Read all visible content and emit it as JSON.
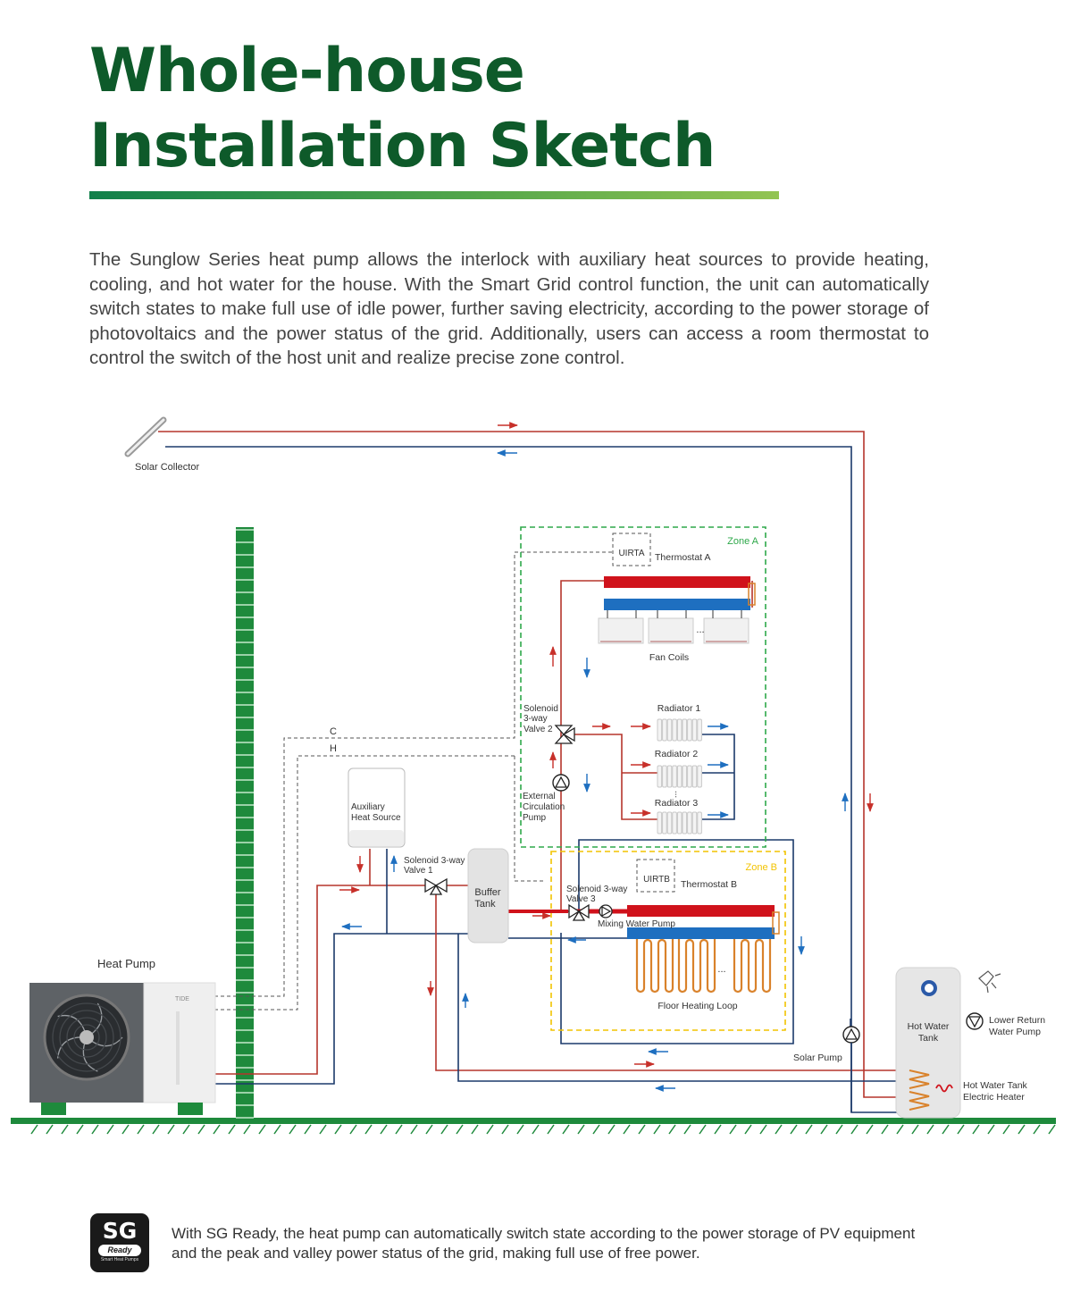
{
  "title": {
    "line1": "Whole-house",
    "line2": "Installation Sketch"
  },
  "intro": "The Sunglow Series heat pump allows the interlock with auxiliary heat sources to provide heating, cooling, and hot water for the house. With the Smart Grid control function, the unit can automatically switch states to make full use of idle power, further saving electricity,  according to the power storage of photovoltaics and the power status of the grid. Additionally, users can access a room thermostat to control the switch of the host unit and realize precise zone control.",
  "colors": {
    "title_green": "#0e5a2a",
    "hot_line": "#b5352c",
    "cold_line": "#1c3a6b",
    "zone_a": "#2ea84a",
    "zone_b": "#f2c300",
    "ground": "#1e8a3c",
    "manifold_red": "#d0121b",
    "manifold_blue": "#1e6fc0",
    "floor_loop": "#d9822b"
  },
  "diagram": {
    "solar_collector": "Solar Collector",
    "heat_pump": "Heat Pump",
    "heat_pump_brand": "TIDE",
    "label_c": "C",
    "label_h": "H",
    "auxiliary_1": "Auxiliary",
    "auxiliary_2": "Heat Source",
    "sv1_1": "Solenoid 3-way",
    "sv1_2": "Valve 1",
    "buffer_1": "Buffer",
    "buffer_2": "Tank",
    "sv2_1": "Solenoid",
    "sv2_2": "3-way",
    "sv2_3": "Valve 2",
    "ext_1": "External",
    "ext_2": "Circulation",
    "ext_3": "Pump",
    "zone_a": "Zone A",
    "uirta": "UIRTA",
    "thermostat_a": "Thermostat  A",
    "fan_coils": "Fan Coils",
    "ellipsis": "...",
    "radiator_1": "Radiator 1",
    "radiator_2": "Radiator 2",
    "radiator_3": "Radiator 3",
    "zone_b": "Zone B",
    "uirtb": "UIRTB",
    "thermostat_b": "Thermostat B",
    "sv3_1": "Solenoid 3-way",
    "sv3_2": "Valve 3",
    "mixing_pump": "Mixing Water Pump",
    "floor_loop": "Floor Heating Loop",
    "hwt_1": "Hot Water",
    "hwt_2": "Tank",
    "solar_pump": "Solar Pump",
    "lower_1": "Lower Return",
    "lower_2": "Water Pump",
    "heater_1": "Hot Water Tank",
    "heater_2": "Electric Heater"
  },
  "footer": {
    "badge_main": "SG",
    "badge_ready": "Ready",
    "badge_sub": "Smart Heat Pumps",
    "text": "With SG Ready, the heat pump can automatically switch state according to the power storage of PV equipment and the peak and valley power status of the grid, making full use of free power."
  }
}
